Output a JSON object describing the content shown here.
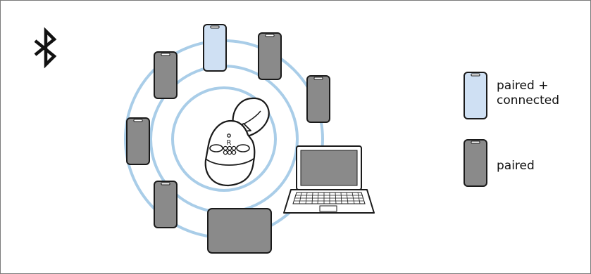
{
  "legend": {
    "connected_label_line1": "paired +",
    "connected_label_line2": "connected",
    "paired_label": "paired"
  },
  "earbud": {
    "side_mark": "R"
  },
  "colors": {
    "rings": "#a9cde8",
    "connected_fill": "#cfe0f3",
    "paired_fill": "#8a8a8a",
    "outline": "#1a1a1a"
  },
  "icons": {
    "bluetooth": "bluetooth-icon",
    "earbud": "earbud-icon",
    "laptop": "laptop-icon",
    "tablet": "tablet-icon",
    "phone": "phone-icon"
  }
}
